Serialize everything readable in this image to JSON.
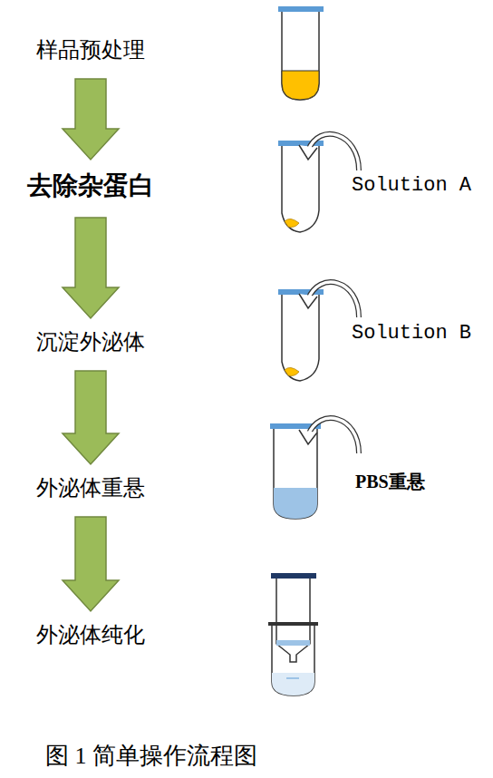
{
  "diagram": {
    "caption": "图 1 简单操作流程图",
    "nodes": [
      {
        "text": [
          "样品预处理"
        ]
      },
      {
        "text": [
          "去除杂蛋白"
        ]
      },
      {
        "text": [
          "沉淀外泌体"
        ]
      },
      {
        "text": [
          "外泌体重悬"
        ]
      },
      {
        "text": [
          "外泌体纯化"
        ]
      }
    ],
    "edges": [
      {
        "from": 0,
        "to": 1,
        "arrow": "to"
      },
      {
        "from": 1,
        "to": 2,
        "arrow": "to"
      },
      {
        "from": 2,
        "to": 3,
        "arrow": "to"
      },
      {
        "from": 3,
        "to": 4,
        "arrow": "to"
      }
    ],
    "labels": [
      "Solution A",
      "Solution B",
      "PBS重悬"
    ]
  }
}
